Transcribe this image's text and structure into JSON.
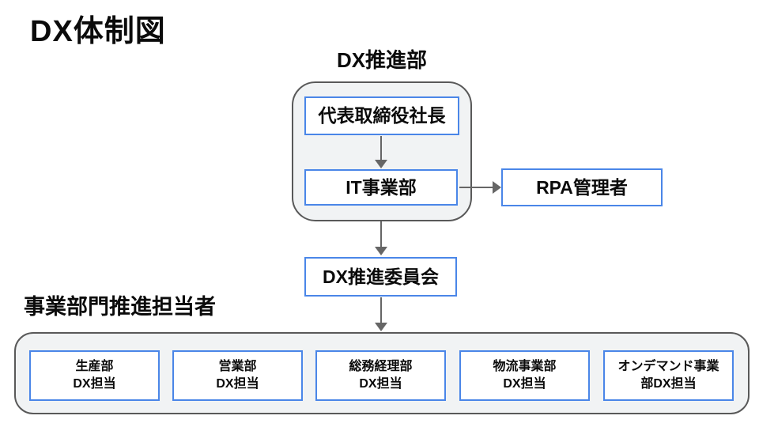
{
  "title": "DX体制図",
  "colors": {
    "box_border": "#4a86e8",
    "container_fill": "#f1f3f4",
    "container_border": "#595959",
    "arrow": "#666666",
    "text": "#0b0b0b",
    "background": "#ffffff"
  },
  "dx_dept": {
    "label": "DX推進部",
    "nodes": {
      "ceo": "代表取締役社長",
      "it_division": "IT事業部"
    }
  },
  "rpa_manager": "RPA管理者",
  "dx_committee": "DX推進委員会",
  "business_units": {
    "label": "事業部門推進担当者",
    "nodes": [
      {
        "line1": "生産部",
        "line2": "DX担当"
      },
      {
        "line1": "営業部",
        "line2": "DX担当"
      },
      {
        "line1": "総務経理部",
        "line2": "DX担当"
      },
      {
        "line1": "物流事業部",
        "line2": "DX担当"
      },
      {
        "line1": "オンデマンド事業",
        "line2": "部DX担当"
      }
    ]
  },
  "connections": [
    {
      "from": "代表取締役社長",
      "to": "IT事業部",
      "direction": "down"
    },
    {
      "from": "IT事業部",
      "to": "RPA管理者",
      "direction": "right"
    },
    {
      "from": "DX推進部",
      "to": "DX推進委員会",
      "direction": "down"
    },
    {
      "from": "DX推進委員会",
      "to": "事業部門推進担当者",
      "direction": "down"
    }
  ]
}
